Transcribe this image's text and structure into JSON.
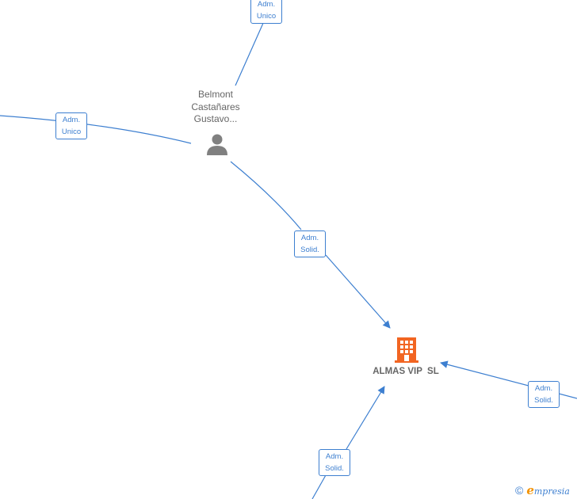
{
  "person": {
    "name_lines": [
      "Belmont",
      "Castañares",
      "Gustavo..."
    ],
    "icon": "person-icon"
  },
  "company": {
    "name": "ALMAS VIP  SL",
    "icon": "building-icon",
    "color": "#f26522"
  },
  "roles": [
    {
      "id": "top",
      "line1": "Adm.",
      "line2": "Unico"
    },
    {
      "id": "left",
      "line1": "Adm.",
      "line2": "Unico"
    },
    {
      "id": "middle",
      "line1": "Adm.",
      "line2": "Solid."
    },
    {
      "id": "right",
      "line1": "Adm.",
      "line2": "Solid."
    },
    {
      "id": "bottom",
      "line1": "Adm.",
      "line2": "Solid."
    }
  ],
  "colors": {
    "edge": "#3d7fd0",
    "text": "#666666",
    "person_icon": "#808080",
    "brand_e": "#f39200"
  },
  "brand": {
    "copyright": "©",
    "initial": "e",
    "name": "mpresia"
  }
}
